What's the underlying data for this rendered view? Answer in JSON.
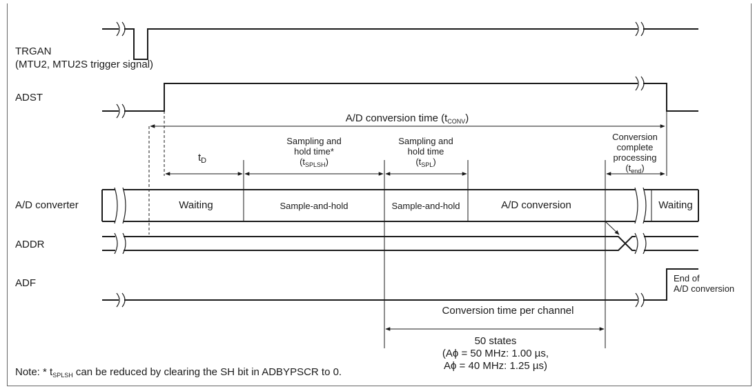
{
  "signals": {
    "trgan": "TRGAN",
    "trgan_desc": "(MTU2, MTU2S trigger signal)",
    "adst": "ADST",
    "ad_converter": "A/D converter",
    "addr": "ADDR",
    "adf": "ADF"
  },
  "conv_time": {
    "prefix": "A/D conversion time (t",
    "sub": "CONV",
    "suffix": ")"
  },
  "segments": {
    "td": {
      "base": "t",
      "sub": "D"
    },
    "splsh": {
      "line1": "Sampling and",
      "line2": "hold time*",
      "base": "(t",
      "sub": "SPLSH",
      "end": ")"
    },
    "spl": {
      "line1": "Sampling and",
      "line2": "hold time",
      "base": "(t",
      "sub": "SPL",
      "end": ")"
    },
    "tend": {
      "line1": "Conversion",
      "line2": "complete",
      "line3": "processing",
      "base": "(t",
      "sub": "end",
      "end": ")"
    }
  },
  "states": {
    "waiting1": "Waiting",
    "sample_hold1": "Sample-and-hold",
    "sample_hold2": "Sample-and-hold",
    "ad_conversion": "A/D conversion",
    "waiting2": "Waiting"
  },
  "adf_end": {
    "line1": "End of",
    "line2": "A/D conversion"
  },
  "per_channel": "Conversion time per channel",
  "states_info": {
    "line1": "50 states",
    "line2": "(Aϕ = 50 MHz: 1.00 µs,",
    "line3": "Aϕ = 40 MHz: 1.25 µs)"
  },
  "note": {
    "prefix": "Note: * t",
    "sub": "SPLSH",
    "suffix": " can be reduced by clearing the SH bit in ADBYPSCR to 0."
  }
}
